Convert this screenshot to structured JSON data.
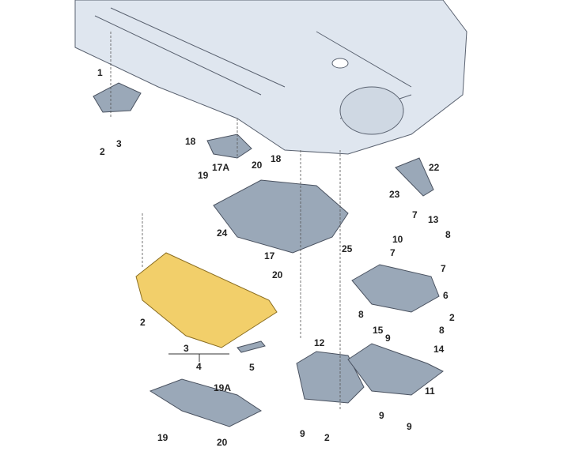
{
  "diagram": {
    "type": "exploded parts diagram - underbody protection panels",
    "colors": {
      "body": "#dfe6ef",
      "line": "#5a6270",
      "panel": "#9aa8b8",
      "highlight": "#f2cf6a"
    },
    "labels": [
      "1",
      "2",
      "3",
      "18",
      "19",
      "17A",
      "20",
      "18",
      "22",
      "23",
      "24",
      "17",
      "25",
      "7",
      "13",
      "8",
      "10",
      "7",
      "7",
      "20",
      "6",
      "2",
      "8",
      "15",
      "9",
      "2",
      "8",
      "14",
      "3",
      "4",
      "5",
      "12",
      "11",
      "19A",
      "9",
      "9",
      "9",
      "2",
      "19",
      "20"
    ]
  }
}
